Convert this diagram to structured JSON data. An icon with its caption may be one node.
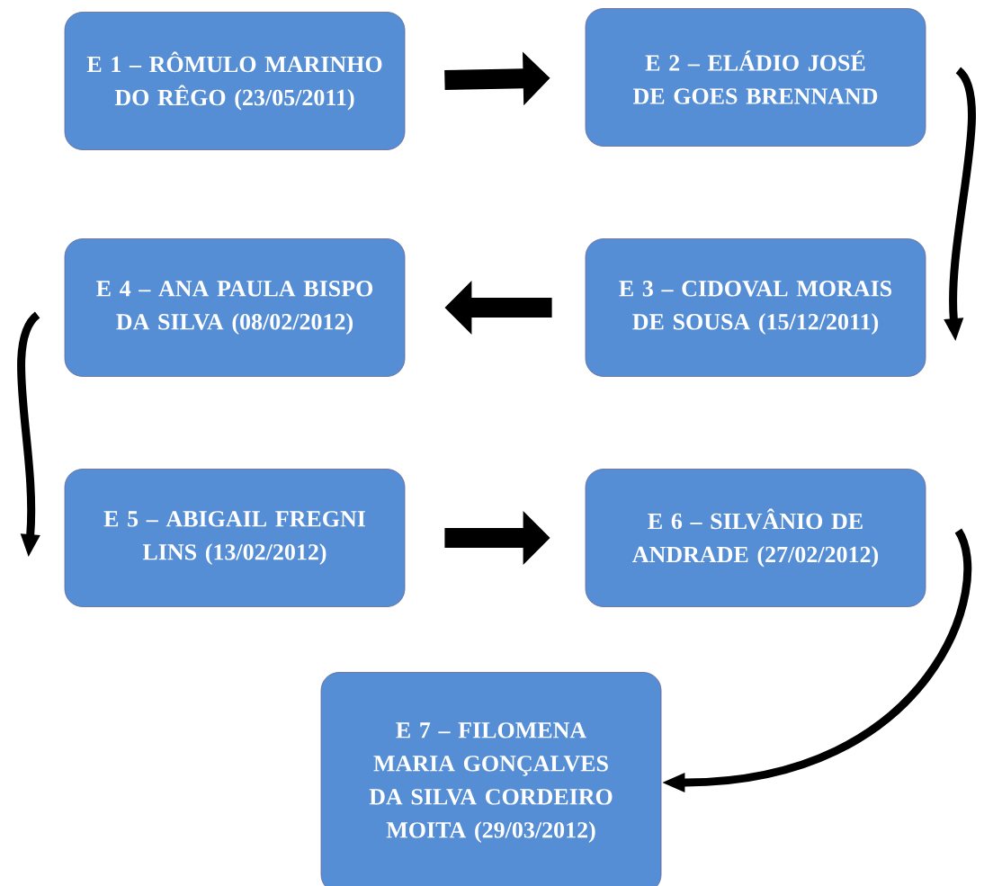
{
  "diagram": {
    "nodes": [
      {
        "text": [
          "E 1 – RÔMULO MARINHO DO RÊGO (23/05/2011)"
        ]
      },
      {
        "text": [
          "E 2 – ELÁDIO JOSÉ DE GOES BRENNAND"
        ]
      },
      {
        "text": [
          "E 3 – CIDOVAL MORAIS DE SOUSA (15/12/2011)"
        ]
      },
      {
        "text": [
          "E 4 – ANA PAULA BISPO DA SILVA (08/02/2012)"
        ]
      },
      {
        "text": [
          "E 5 – ABIGAIL FREGNI LINS (13/02/2012)"
        ]
      },
      {
        "text": [
          "E 6 – SILVÂNIO DE ANDRADE (27/02/2012)"
        ]
      },
      {
        "text": [
          "E 7 – FILOMENA MARIA GONÇALVES DA SILVA CORDEIRO MOITA (29/03/2012)"
        ]
      }
    ],
    "edges": [
      {
        "from": 0,
        "to": 1,
        "arrow": "to",
        "style": "thick"
      },
      {
        "from": 1,
        "to": 2,
        "arrow": "to"
      },
      {
        "from": 2,
        "to": 3,
        "arrow": "to",
        "style": "thick"
      },
      {
        "from": 3,
        "to": 4,
        "arrow": "to"
      },
      {
        "from": 4,
        "to": 5,
        "arrow": "to",
        "style": "thick"
      },
      {
        "from": 5,
        "to": 6,
        "arrow": "to"
      }
    ]
  }
}
